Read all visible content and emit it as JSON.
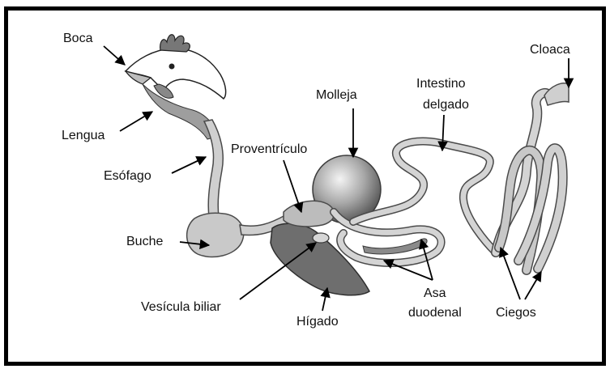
{
  "diagram": {
    "labels": {
      "boca": "Boca",
      "lengua": "Lengua",
      "esofago": "Esófago",
      "buche": "Buche",
      "proventriculo": "Proventrículo",
      "molleja": "Molleja",
      "intestino_line1": "Intestino",
      "intestino_line2": "delgado",
      "cloaca": "Cloaca",
      "vesicula": "Vesícula biliar",
      "higado": "Hígado",
      "asa_line1": "Asa",
      "asa_line2": "duodenal",
      "ciegos": "Ciegos"
    },
    "colors": {
      "frame": "#000000",
      "tract_fill": "#cfcfcf",
      "tract_stroke": "#4a4a4a",
      "liver": "#6e6e6e",
      "gizzard": "#9a9a9a",
      "arrow": "#000000"
    }
  }
}
